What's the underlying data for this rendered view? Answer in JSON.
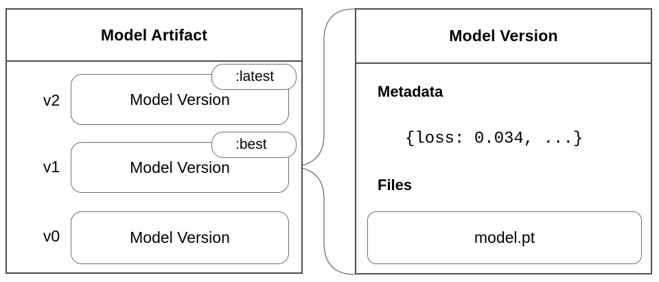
{
  "diagram": {
    "artifact_panel": {
      "title": "Model Artifact",
      "versions": [
        {
          "label": "v2",
          "name": "Model Version",
          "alias": ":latest"
        },
        {
          "label": "v1",
          "name": "Model Version",
          "alias": ":best"
        },
        {
          "label": "v0",
          "name": "Model Version"
        }
      ]
    },
    "version_panel": {
      "title": "Model Version",
      "metadata_heading": "Metadata",
      "metadata_value": "{loss: 0.034, ...}",
      "files_heading": "Files",
      "files": [
        {
          "name": "model.pt"
        }
      ]
    },
    "connector": {
      "from": "v1 Model Version",
      "to": "Model Version detail panel",
      "style": "brace"
    },
    "colors": {
      "background": "#ffffff",
      "panel_border": "#4b4b4b",
      "box_border": "#6b6b6b",
      "connector_stroke": "#6f6f6f",
      "text": "#000000"
    }
  }
}
